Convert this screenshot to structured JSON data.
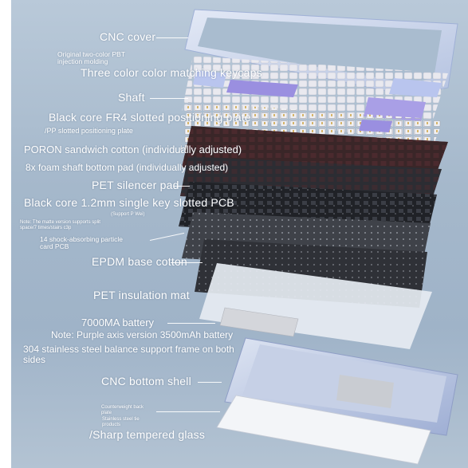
{
  "labels": {
    "cnc_cover": "CNC cover",
    "pbt_note": "Original two-color PBT\ninjection molding",
    "keycaps": "Three color color matching keycaps",
    "shaft": "Shaft",
    "fr4_plate": "Black core FR4 slotted positioning plate",
    "pp_plate": "/PP slotted positioning plate",
    "poron": "PORON sandwich cotton (individually adjusted)",
    "foam_pad": "8x foam shaft bottom pad (individually adjusted)",
    "pet_silencer": "PET silencer pad",
    "pcb": "Black core 1.2mm single key slotted PCB",
    "support": "(Support P Wei)",
    "matte_note": "Note: The matte version supports split\nspace/7 times/stairs c3p",
    "particle_pcb": "14 shock-absorbing particle\ncard PCB",
    "epdm": "EPDM base cotton",
    "pet_mat": "PET insulation mat",
    "battery": "7000MA battery",
    "battery_note": "Note: Purple axis version 3500mAh battery",
    "frame": "304 stainless steel balance support frame on both\nsides",
    "bottom_shell": "CNC bottom shell",
    "counterweight": "Counterweight back\nplate",
    "steel_products": "Stainless steel tie\nproducts",
    "glass": "/Sharp tempered glass"
  },
  "colors": {
    "background": "#a9bccf",
    "case": "#cfd8ec",
    "keycap_light": "#e8e8ee",
    "keycap_accent": "#8e83d8",
    "keycap_blue": "#b7c4ec",
    "plate_black": "#2b2d33",
    "pcb_black": "#1f2126",
    "foam_grey": "#4b4e55",
    "pet_white": "#e6ebf2",
    "steel": "#c9ccd2"
  }
}
